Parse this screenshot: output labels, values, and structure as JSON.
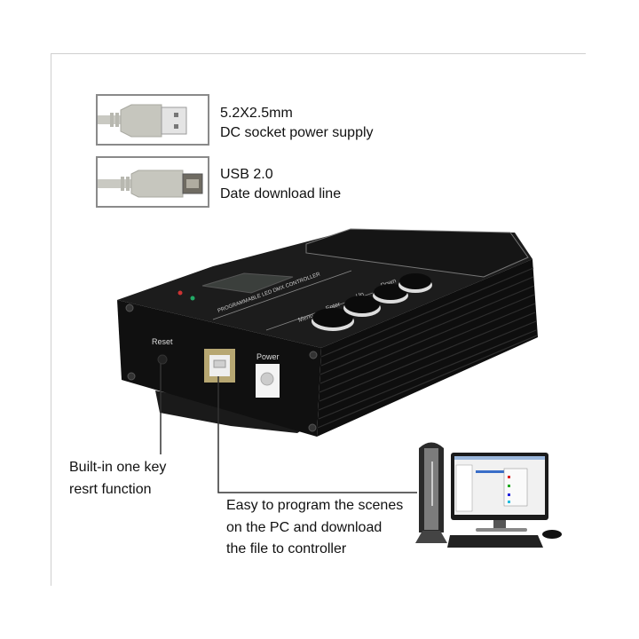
{
  "cables": [
    {
      "icon": "usb-a-plug-icon",
      "line1": "5.2X2.5mm",
      "line2": "DC socket power supply"
    },
    {
      "icon": "usb-b-plug-icon",
      "line1": "USB 2.0",
      "line2": "Date download line"
    }
  ],
  "device": {
    "title": "PROGRAMMABLE LED DMX CONTROLLER",
    "buttons": [
      "Menu",
      "Enter",
      "Up",
      "Down"
    ],
    "reset_label": "Reset",
    "power_label": "Power",
    "colors": {
      "body": "#121212",
      "highlight": "#3a3a3a"
    }
  },
  "callouts": {
    "reset": [
      "Built-in one key",
      "resrt function"
    ],
    "pc": [
      "Easy to program the scenes",
      "on the PC and download",
      "the file to controller"
    ]
  }
}
